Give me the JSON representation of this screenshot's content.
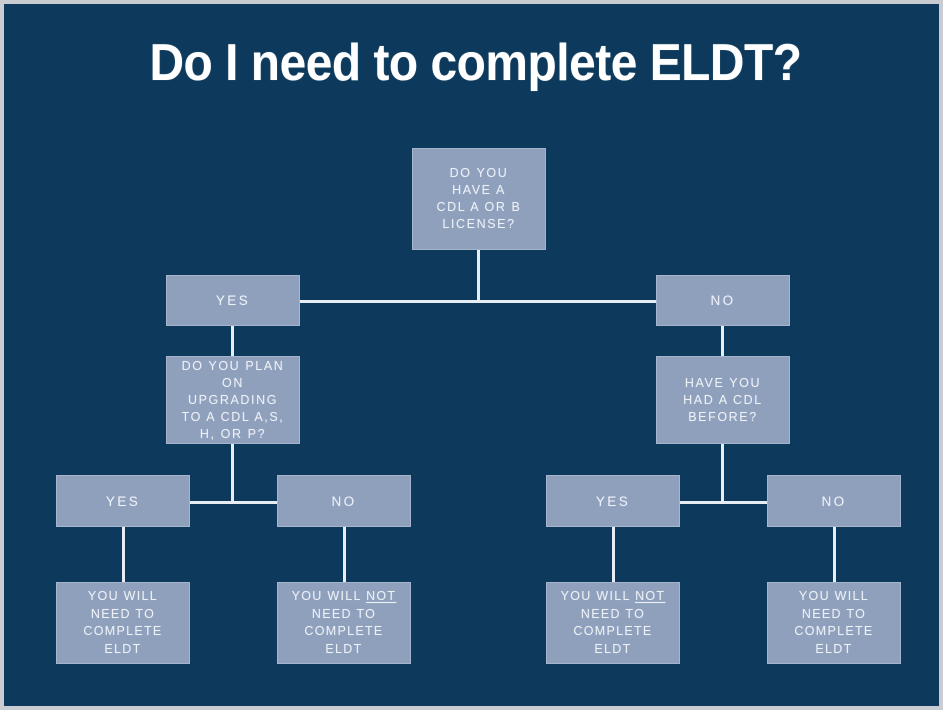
{
  "slide": {
    "title": "Do I need to complete ELDT?",
    "background_color": "#0d3a5c",
    "node_fill_color": "#8fa0bd",
    "node_text_color": "#edf1f7",
    "connector_color": "#e8edf3",
    "border_color": "#c9ccd1"
  },
  "flowchart": {
    "type": "decision-tree",
    "root": {
      "id": "q-cdl-license",
      "text": "DO YOU HAVE A CDL A OR B LICENSE?",
      "lines": [
        "DO YOU",
        "HAVE A",
        "CDL A OR B",
        "LICENSE?"
      ]
    },
    "level1": {
      "yes": {
        "id": "a1-yes",
        "text": "YES"
      },
      "no": {
        "id": "a1-no",
        "text": "NO"
      }
    },
    "level2": {
      "left_question": {
        "id": "q-upgrade",
        "text": "DO YOU PLAN ON UPGRADING TO A CDL A,S, H, OR P?",
        "lines": [
          "DO YOU PLAN",
          "ON",
          "UPGRADING",
          "TO A CDL A,S,",
          "H, OR P?"
        ]
      },
      "right_question": {
        "id": "q-had-cdl-before",
        "text": "HAVE YOU HAD A CDL BEFORE?",
        "lines": [
          "HAVE YOU",
          "HAD A CDL",
          "BEFORE?"
        ]
      }
    },
    "level3": {
      "left_yes": {
        "id": "a2-left-yes",
        "text": "YES"
      },
      "left_no": {
        "id": "a2-left-no",
        "text": "NO"
      },
      "right_yes": {
        "id": "a2-right-yes",
        "text": "YES"
      },
      "right_no": {
        "id": "a2-right-no",
        "text": "NO"
      }
    },
    "results": {
      "left_yes_result": {
        "id": "r1",
        "text": "YOU WILL NEED TO COMPLETE ELDT",
        "lines": [
          "YOU WILL",
          "NEED TO",
          "COMPLETE",
          "ELDT"
        ],
        "emphasis": "none"
      },
      "left_no_result": {
        "id": "r2",
        "text": "YOU WILL NOT NEED TO COMPLETE ELDT",
        "lines": [
          "YOU WILL NOT",
          "NEED TO",
          "COMPLETE",
          "ELDT"
        ],
        "emphasis": "NOT"
      },
      "right_yes_result": {
        "id": "r3",
        "text": "YOU WILL NOT NEED TO COMPLETE ELDT",
        "lines": [
          "YOU WILL NOT",
          "NEED TO",
          "COMPLETE",
          "ELDT"
        ],
        "emphasis": "NOT"
      },
      "right_no_result": {
        "id": "r4",
        "text": "YOU WILL NEED TO COMPLETE ELDT",
        "lines": [
          "YOU WILL",
          "NEED TO",
          "COMPLETE",
          "ELDT"
        ],
        "emphasis": "none"
      }
    }
  }
}
